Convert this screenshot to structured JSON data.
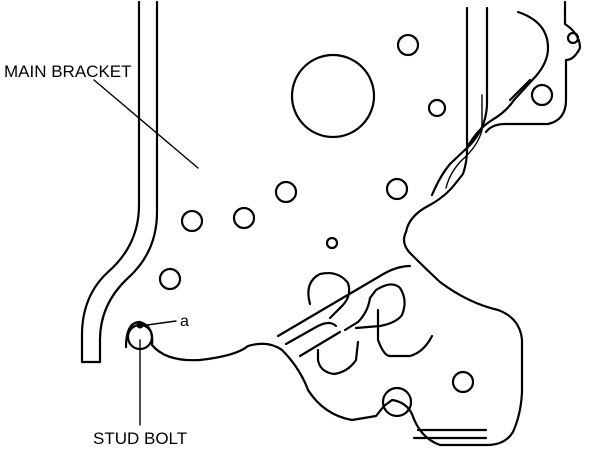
{
  "labels": {
    "main_bracket": "MAIN BRACKET",
    "point_a": "a",
    "stud_bolt": "STUD BOLT"
  }
}
